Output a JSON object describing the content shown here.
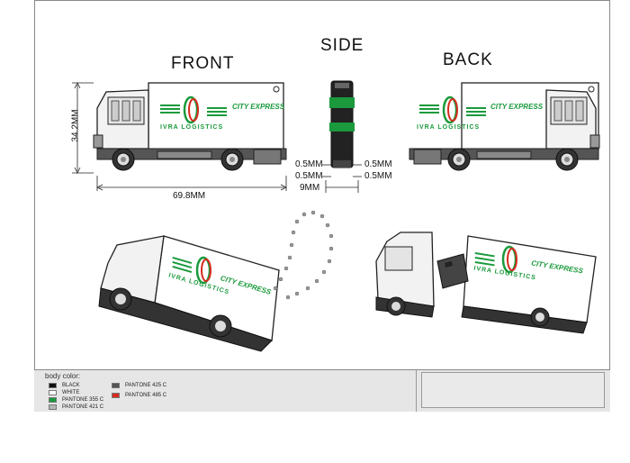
{
  "views": {
    "front": "FRONT",
    "side": "SIDE",
    "back": "BACK"
  },
  "dimensions": {
    "height": "34.2MM",
    "length": "69.8MM",
    "side_left_top": "0.5MM",
    "side_left_mid": "0.5MM",
    "side_left_bottom": "9MM",
    "side_right_top": "0.5MM",
    "side_right_mid": "0.5MM"
  },
  "branding": {
    "city_express": "CITY EXPRESS",
    "ivra_logistics": "IVRA  LOGISTICS"
  },
  "legend": {
    "title": "body color:",
    "colors": [
      {
        "label": "BLACK",
        "color": "#111111"
      },
      {
        "label": "WHITE",
        "color": "#ffffff"
      },
      {
        "label": "PANTONE 355 C",
        "color": "#1a9a3c"
      },
      {
        "label": "PANTONE 421 C",
        "color": "#b5b5b5"
      },
      {
        "label": "PANTONE 425 C",
        "color": "#555555"
      },
      {
        "label": "PANTONE 485 C",
        "color": "#d52b1e"
      }
    ]
  },
  "colors": {
    "brand_green": "#1a9a3c",
    "brand_red": "#d52b1e",
    "outline": "#222222"
  }
}
